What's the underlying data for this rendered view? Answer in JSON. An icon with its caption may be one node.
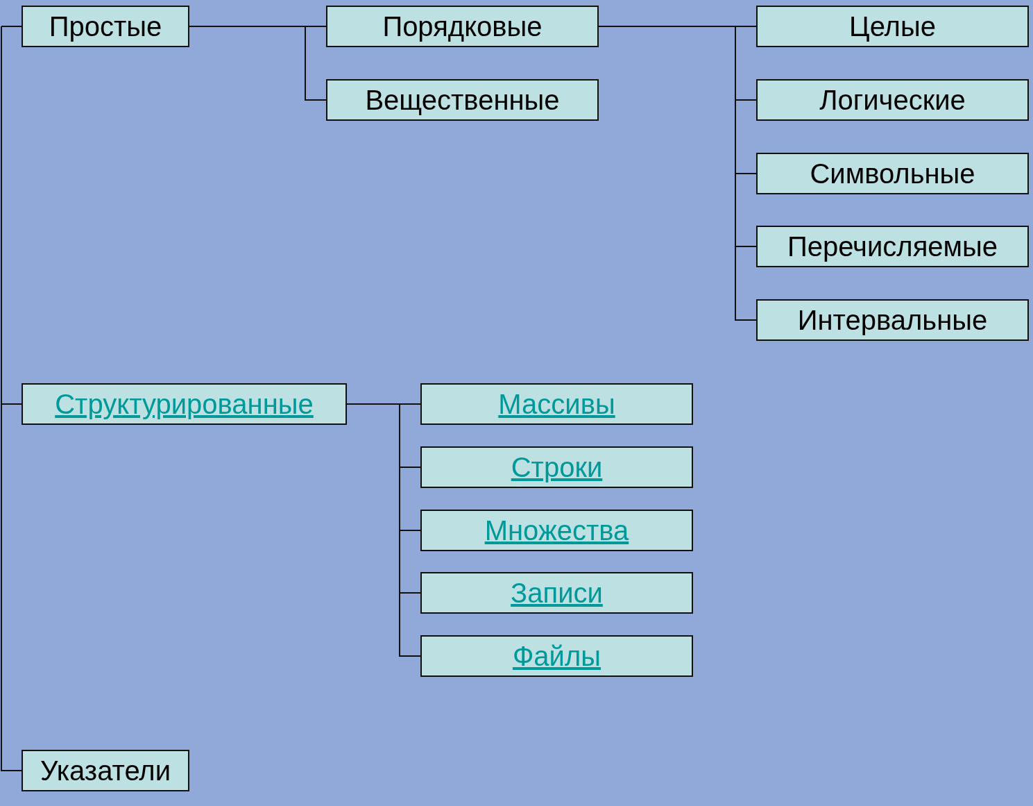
{
  "diagram": {
    "nodes": [
      {
        "text": [
          "Простые"
        ]
      },
      {
        "text": [
          "Порядковые"
        ]
      },
      {
        "text": [
          "Вещественные"
        ]
      },
      {
        "text": [
          "Целые"
        ]
      },
      {
        "text": [
          "Логические"
        ]
      },
      {
        "text": [
          "Символьные"
        ]
      },
      {
        "text": [
          "Перечисляемые"
        ]
      },
      {
        "text": [
          "Интервальные"
        ]
      },
      {
        "text": [
          "Структурированные"
        ]
      },
      {
        "text": [
          "Массивы"
        ]
      },
      {
        "text": [
          "Строки"
        ]
      },
      {
        "text": [
          "Множества"
        ]
      },
      {
        "text": [
          "Записи"
        ]
      },
      {
        "text": [
          "Файлы"
        ]
      },
      {
        "text": [
          "Указатели"
        ]
      }
    ],
    "edges": [
      {
        "from": null,
        "to": 0,
        "arrow": "none"
      },
      {
        "from": null,
        "to": 8,
        "arrow": "none"
      },
      {
        "from": null,
        "to": 14,
        "arrow": "none"
      },
      {
        "from": 0,
        "to": 1,
        "arrow": "none"
      },
      {
        "from": 0,
        "to": 2,
        "arrow": "none"
      },
      {
        "from": 1,
        "to": 3,
        "arrow": "none"
      },
      {
        "from": 1,
        "to": 4,
        "arrow": "none"
      },
      {
        "from": 1,
        "to": 5,
        "arrow": "none"
      },
      {
        "from": 1,
        "to": 6,
        "arrow": "none"
      },
      {
        "from": 1,
        "to": 7,
        "arrow": "none"
      },
      {
        "from": 8,
        "to": 9,
        "arrow": "none"
      },
      {
        "from": 8,
        "to": 10,
        "arrow": "none"
      },
      {
        "from": 8,
        "to": 11,
        "arrow": "none"
      },
      {
        "from": 8,
        "to": 12,
        "arrow": "none"
      },
      {
        "from": 8,
        "to": 13,
        "arrow": "none"
      }
    ]
  }
}
